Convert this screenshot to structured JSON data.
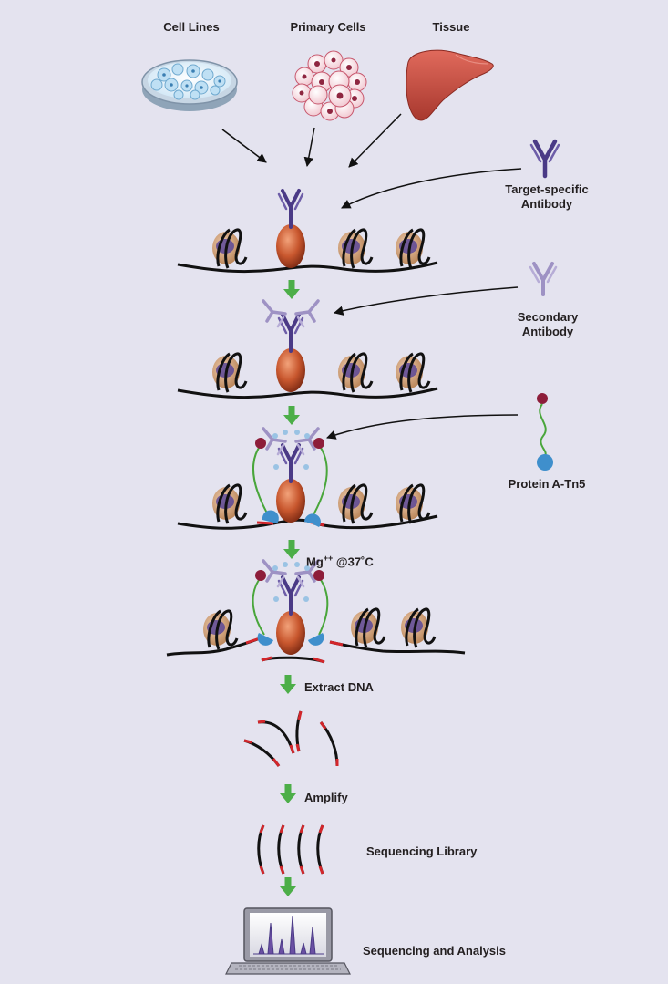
{
  "sources": {
    "cell_lines": "Cell Lines",
    "primary_cells": "Primary Cells",
    "tissue": "Tissue"
  },
  "reagents": {
    "primary_antibody": [
      "Target-specific",
      "Antibody"
    ],
    "secondary_antibody": [
      "Secondary",
      "Antibody"
    ],
    "protein_a_tn5": "Protein A-Tn5"
  },
  "steps": {
    "activation": {
      "ion": "Mg",
      "charge": "++",
      "condition": "@37˚C"
    },
    "extract": "Extract DNA",
    "amplify": "Amplify",
    "library": "Sequencing Library",
    "analysis": "Sequencing and Analysis"
  },
  "colors": {
    "background": "#e4e3ef",
    "arrow_green": "#4cae48",
    "antibody_primary": "#4a3a86",
    "antibody_secondary": "#9e92c4",
    "target_protein": "#c0522e",
    "nucleosome": "#d7a681",
    "histone_tail": "#5b4796",
    "tn5": "#3f8fcc",
    "protein_a": "#8d1d3a",
    "linker": "#49a63b",
    "dna": "#111111",
    "adapter": "#d3262b",
    "tissue": "#c8524a"
  }
}
